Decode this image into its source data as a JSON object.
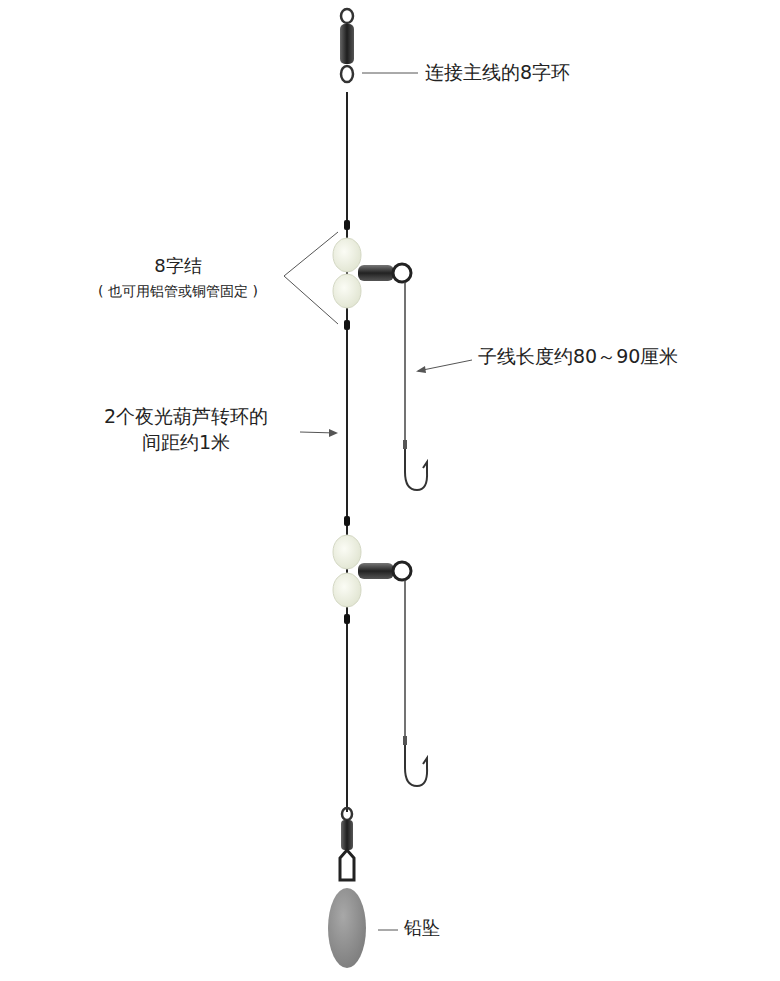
{
  "diagram": {
    "labels": [
      "连接主线的8字环",
      "8字结",
      "( 也可用铝管或铜管固定 )",
      "子线长度约80～90厘米",
      "2个夜光葫芦转环的 间距约1米",
      "铅坠"
    ]
  }
}
